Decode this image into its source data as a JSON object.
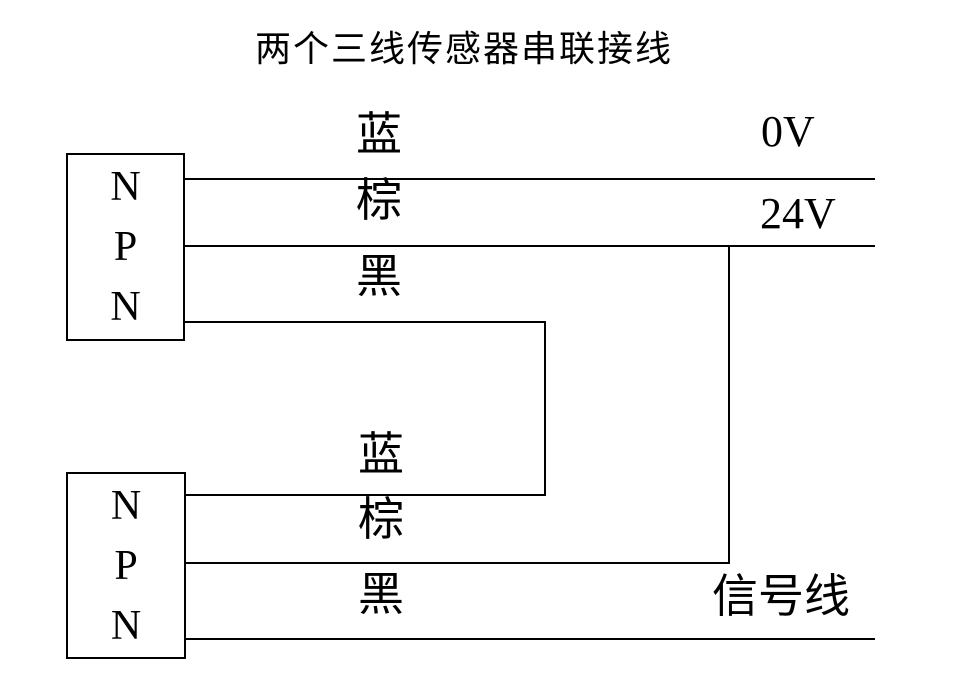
{
  "title": "两个三线传感器串联接线",
  "sensors": [
    {
      "type": "NPN",
      "letters": [
        "N",
        "P",
        "N"
      ],
      "wires": {
        "blue": "蓝",
        "brown": "棕",
        "black": "黑"
      }
    },
    {
      "type": "NPN",
      "letters": [
        "N",
        "P",
        "N"
      ],
      "wires": {
        "blue": "蓝",
        "brown": "棕",
        "black": "黑"
      }
    }
  ],
  "terminals": {
    "zero_volt": "0V",
    "twenty_four_volt": "24V",
    "signal": "信号线"
  },
  "colors": {
    "line": "#000000",
    "text": "#000000",
    "background": "#ffffff"
  }
}
